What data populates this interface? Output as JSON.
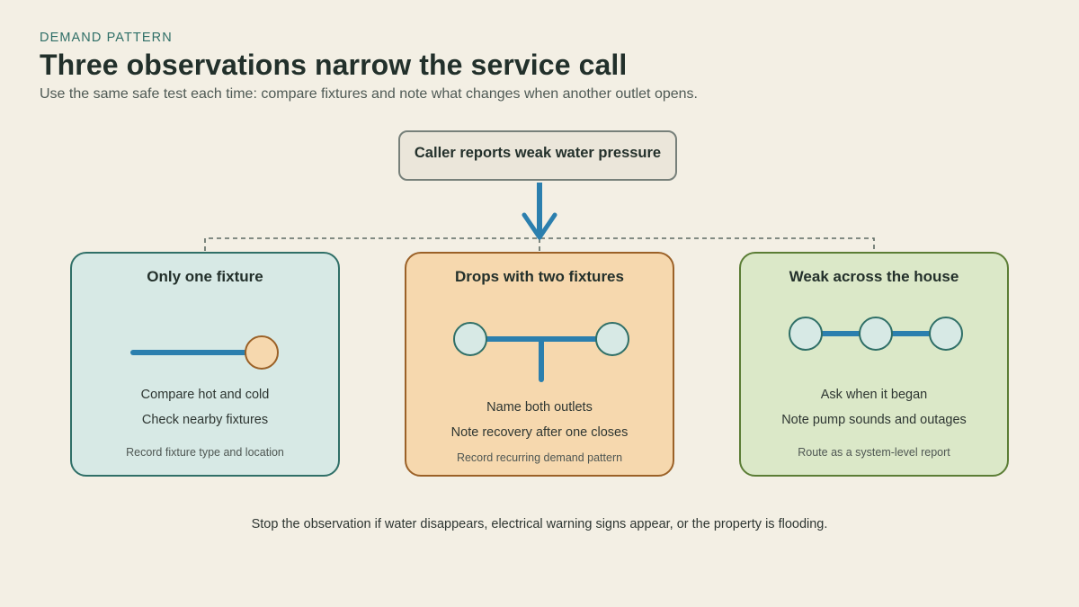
{
  "header": {
    "eyebrow": "DEMAND PATTERN",
    "title": "Three observations narrow the service call",
    "subtitle": "Use the same safe test each time: compare fixtures and note what changes when another outlet opens."
  },
  "root": {
    "label": "Caller reports weak water pressure"
  },
  "cards": [
    {
      "title": "Only one fixture",
      "lines": [
        "Compare hot and cold",
        "Check nearby fixtures"
      ],
      "note": "Record fixture type and location"
    },
    {
      "title": "Drops with two fixtures",
      "lines": [
        "Name both outlets",
        "Note recovery after one closes"
      ],
      "note": "Record recurring demand pattern"
    },
    {
      "title": "Weak across the house",
      "lines": [
        "Ask when it began",
        "Note pump sounds and outages"
      ],
      "note": "Route as a system-level report"
    }
  ],
  "footer": "Stop the observation if water disappears, electrical warning signs appear, or the property is flooding.",
  "colors": {
    "background": "#f3efe4",
    "pipe": "#2b7fae",
    "teal_card": "#d7e9e5",
    "orange_card": "#f6d8ae",
    "green_card": "#dbe8c8"
  }
}
